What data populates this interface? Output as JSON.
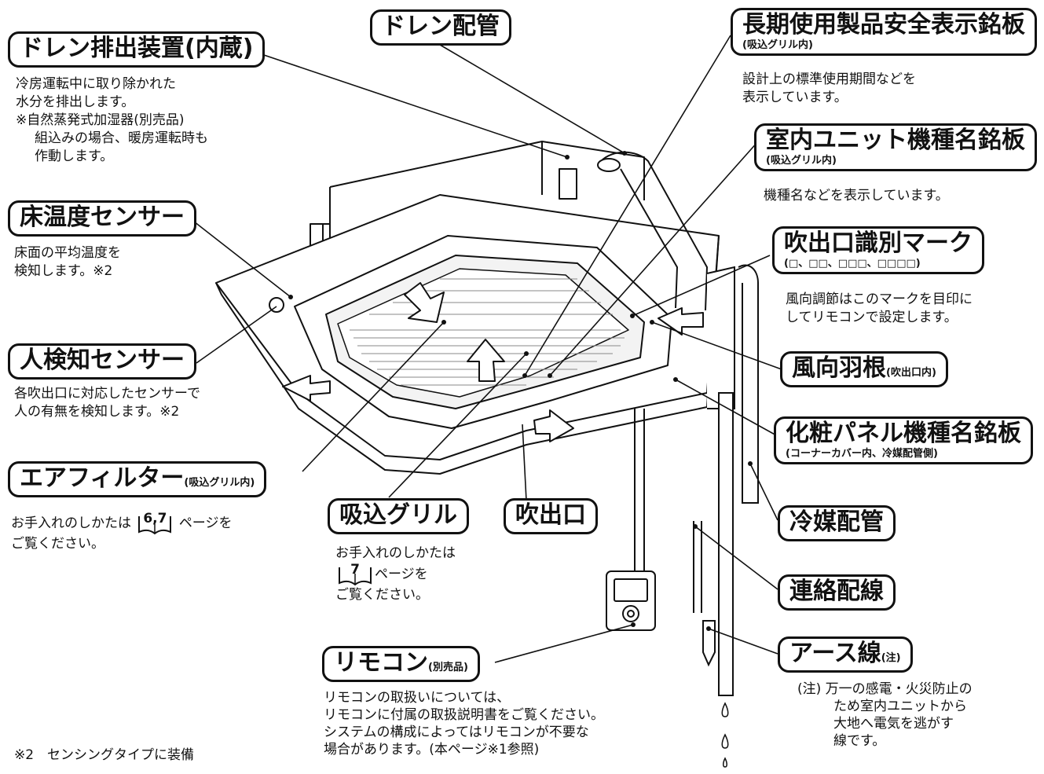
{
  "labels": {
    "drain_device": {
      "title": "ドレン排出装置(内蔵)",
      "desc": [
        "冷房運転中に取り除かれた",
        "水分を排出します。",
        "※自然蒸発式加湿器(別売品)",
        "組込みの場合、暖房運転時も",
        "作動します。"
      ]
    },
    "drain_pipe": {
      "title": "ドレン配管"
    },
    "safety_plate": {
      "title": "長期使用製品安全表示銘板",
      "sub": "(吸込グリル内)",
      "desc": [
        "設計上の標準使用期間などを",
        "表示しています。"
      ]
    },
    "indoor_plate": {
      "title": "室内ユニット機種名銘板",
      "sub": "(吸込グリル内)",
      "desc": [
        "機種名などを表示しています。"
      ]
    },
    "floor_sensor": {
      "title": "床温度センサー",
      "desc": [
        "床面の平均温度を",
        "検知します。※2"
      ]
    },
    "outlet_mark": {
      "title": "吹出口識別マーク",
      "sub": "(□、□□、□□□、□□□□)",
      "desc": [
        "風向調節はこのマークを目印に",
        "してリモコンで設定します。"
      ]
    },
    "human_sensor": {
      "title": "人検知センサー",
      "desc": [
        "各吹出口に対応したセンサーで",
        "人の有無を検知します。※2"
      ]
    },
    "louver": {
      "title": "風向羽根",
      "small": "(吹出口内)"
    },
    "panel_plate": {
      "title": "化粧パネル機種名銘板",
      "sub": "(コーナーカバー内、冷媒配管側)"
    },
    "air_filter": {
      "title": "エアフィルター",
      "small": "(吸込グリル内)",
      "desc_pre": "お手入れのしかたは",
      "ref": "6,7",
      "desc_post": "ページを",
      "desc2": "ご覧ください。"
    },
    "intake_grille": {
      "title": "吸込グリル",
      "desc1": "お手入れのしかたは",
      "ref": "7",
      "desc2": "ページを",
      "desc3": "ご覧ください。"
    },
    "outlet": {
      "title": "吹出口"
    },
    "refrigerant_pipe": {
      "title": "冷媒配管"
    },
    "connecting_wire": {
      "title": "連絡配線"
    },
    "remote": {
      "title": "リモコン",
      "small": "(別売品)",
      "desc": [
        "リモコンの取扱いについては、",
        "リモコンに付属の取扱説明書をご覧ください。",
        "システムの構成によってはリモコンが不要な",
        "場合があります。(本ページ※1参照)"
      ]
    },
    "earth_wire": {
      "title": "アース線",
      "small": "(注)",
      "note": [
        "(注) 万一の感電・火災防止の",
        "ため室内ユニットから",
        "大地へ電気を逃がす",
        "線です。"
      ]
    }
  },
  "footnote": "※2　センシングタイプに装備"
}
